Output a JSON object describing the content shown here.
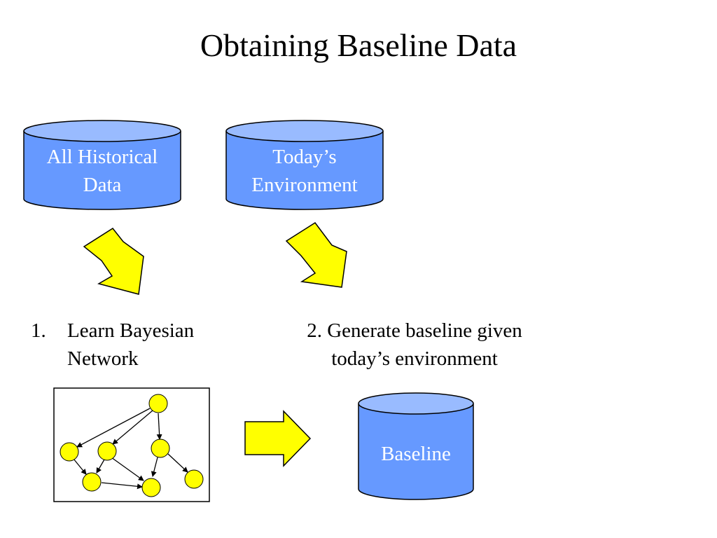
{
  "slide": {
    "title": "Obtaining Baseline Data"
  },
  "cylinders": {
    "historical": "All Historical Data",
    "environment_line1": "Today’s",
    "environment_line2": "Environment",
    "baseline": "Baseline"
  },
  "steps": {
    "step1_number": "1.",
    "step1_line1": "Learn Bayesian",
    "step1_line2": "Network",
    "step2_line1": "2. Generate baseline given",
    "step2_line2": "today’s environment"
  },
  "colors": {
    "cylinder_body": "#6699ff",
    "cylinder_top": "#99bbff",
    "arrow_fill": "#ffff00",
    "node_fill": "#ffff00"
  }
}
